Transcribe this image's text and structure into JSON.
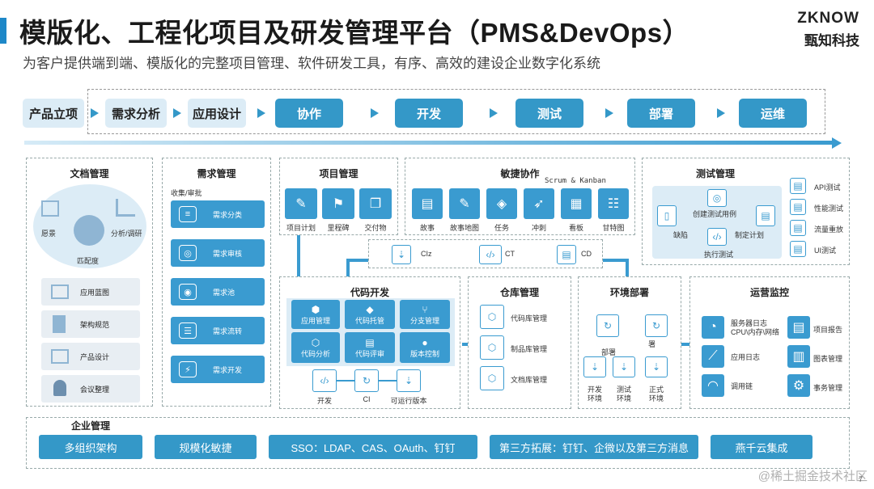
{
  "header": {
    "title": "模版化、工程化项目及研发管理平台（PMS&DevOps）",
    "subtitle": "为客户提供端到端、模版化的完整项目管理、软件研发工具，有序、高效的建设企业数字化系统",
    "logo_mark": "ZKNOW",
    "logo_text": "甄知科技"
  },
  "flow": {
    "stages": [
      "产品立项",
      "需求分析",
      "应用设计",
      "协作",
      "开发",
      "测试",
      "部署",
      "运维"
    ]
  },
  "doc_mgmt": {
    "title": "文档管理",
    "circle_items": [
      "愿景",
      "分析/调研",
      "匹配度"
    ],
    "items": [
      "应用蓝图",
      "架构规范",
      "产品设计",
      "会议整理"
    ]
  },
  "req_mgmt": {
    "title": "需求管理",
    "section": "收集/审批",
    "items": [
      "需求分类",
      "需求审核",
      "需求池",
      "需求流转",
      "需求开发"
    ]
  },
  "proj_mgmt": {
    "title": "项目管理",
    "items": [
      "项目计划",
      "里程碑",
      "交付物"
    ]
  },
  "agile": {
    "title": "敏捷协作",
    "tag": "Scrum & Kanban",
    "items": [
      "故事",
      "故事地图",
      "任务",
      "冲刺",
      "看板",
      "甘特图"
    ]
  },
  "test_mgmt": {
    "title": "测试管理",
    "cycle": [
      "创建测试用例",
      "制定计划",
      "执行测试",
      "缺陷"
    ],
    "items": [
      "API测试",
      "性能测试",
      "流量重放",
      "UI测试"
    ]
  },
  "cicd": {
    "items": [
      "CIz",
      "CT",
      "CD"
    ]
  },
  "code_dev": {
    "title": "代码开发",
    "tiles": [
      "应用管理",
      "代码托管",
      "分支管理",
      "代码分析",
      "代码评审",
      "版本控制"
    ],
    "flow": [
      "开发",
      "CI",
      "可运行版本"
    ]
  },
  "repo_mgmt": {
    "title": "仓库管理",
    "items": [
      "代码库管理",
      "制品库管理",
      "文档库管理"
    ]
  },
  "env_deploy": {
    "title": "环境部署",
    "labels": [
      "部署",
      "署"
    ],
    "envs": [
      "开发\n环境",
      "测试\n环境",
      "正式\n环境"
    ]
  },
  "ops_monitor": {
    "title": "运营监控",
    "left": [
      "服务器日志\nCPU\\内存\\网络",
      "应用日志",
      "调用链"
    ],
    "right": [
      "项目报告",
      "图表管理",
      "事务管理"
    ]
  },
  "enterprise": {
    "title": "企业管理",
    "items": [
      "多组织架构",
      "规模化敏捷",
      "SSO：LDAP、CAS、OAuth、钉钉",
      "第三方拓展：钉钉、企微以及第三方消息",
      "燕千云集成"
    ]
  },
  "footer": {
    "watermark": "@稀土掘金技术社区",
    "page": "7"
  },
  "colors": {
    "accent": "#3498c8",
    "light": "#dcecf6",
    "panel_bg": "#e8eef3"
  }
}
